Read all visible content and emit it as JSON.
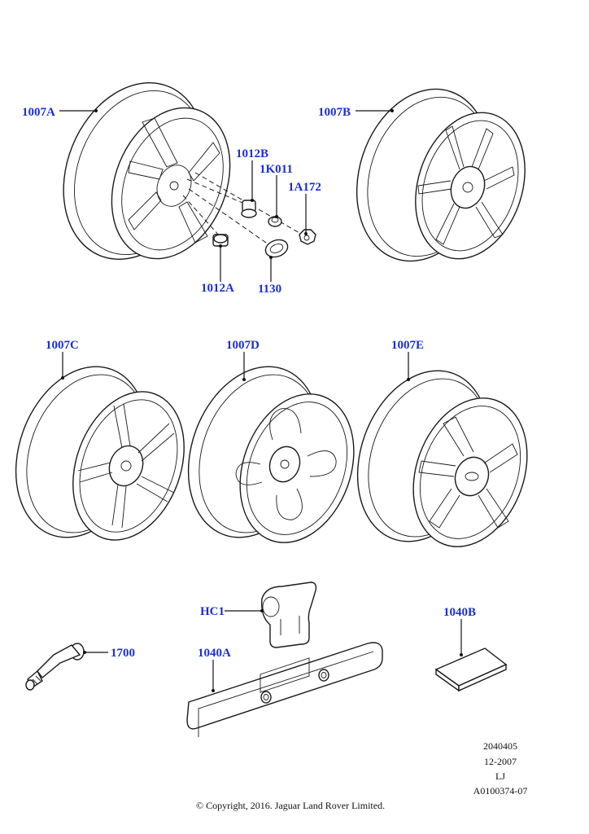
{
  "callouts": {
    "c1007A": "1007A",
    "c1007B": "1007B",
    "c1012B": "1012B",
    "c1K011": "1K011",
    "c1A172": "1A172",
    "c1012A": "1012A",
    "c1130": "1130",
    "c1007C": "1007C",
    "c1007D": "1007D",
    "c1007E": "1007E",
    "cHC1": "HC1",
    "c1040B": "1040B",
    "c1700": "1700",
    "c1040A": "1040A"
  },
  "meta": {
    "line1": "2040405",
    "line2": "12-2007",
    "line3": "LJ",
    "line4": "A0100374-07"
  },
  "copyright": "© Copyright, 2016. Jaguar Land Rover Limited.",
  "colors": {
    "callout": "#1a2fd6",
    "ink": "#1a1a1a"
  }
}
